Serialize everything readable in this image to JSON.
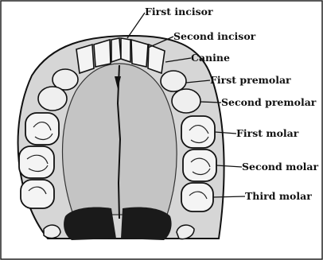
{
  "labels": {
    "first_incisor": "First incisor",
    "second_incisor": "Second incisor",
    "canine": "Canine",
    "first_premolar": "First premolar",
    "second_premolar": "Second premolar",
    "first_molar": "First molar",
    "second_molar": "Second molar",
    "third_molar": "Third molar"
  },
  "colors": {
    "background": "#ffffff",
    "palate": "#cfcfcf",
    "bone": "#e9e9e9",
    "tooth": "#f4f4f4",
    "outline": "#111111",
    "dark": "#222222"
  }
}
